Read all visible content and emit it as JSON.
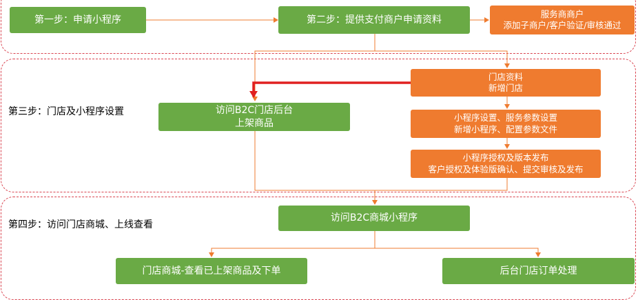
{
  "step1": {
    "label": "第一步：申请小程序"
  },
  "step2": {
    "label": "第二步：提供支付商户申请资料"
  },
  "service_provider": {
    "line1": "服务商商户",
    "line2": "添加子商户/客户验证/审核通过"
  },
  "step3": {
    "label": "第三步：门店及小程序设置"
  },
  "b2c_backend": {
    "line1": "访问B2C门店后台",
    "line2": "上架商品"
  },
  "store_info": {
    "line1": "门店资料",
    "line2": "新增门店"
  },
  "miniprogram_settings": {
    "line1": "小程序设置、服务参数设置",
    "line2": "新增小程序、配置参数文件"
  },
  "miniprogram_auth": {
    "line1": "小程序授权及版本发布",
    "line2": "客户授权及体验版确认、提交审核及发布"
  },
  "step4": {
    "label": "第四步：访问门店商城、上线查看"
  },
  "visit_mall": {
    "label": "访问B2C商城小程序"
  },
  "store_mall": {
    "label": "门店商城-查看已上架商品及下单"
  },
  "backend_orders": {
    "label": "后台门店订单处理"
  },
  "colors": {
    "green": "#6aaa45",
    "orange": "#ef7b2f",
    "arrow": "#ef7b2f",
    "highlight_arrow": "#e02020",
    "section_border": "#d9434f"
  }
}
